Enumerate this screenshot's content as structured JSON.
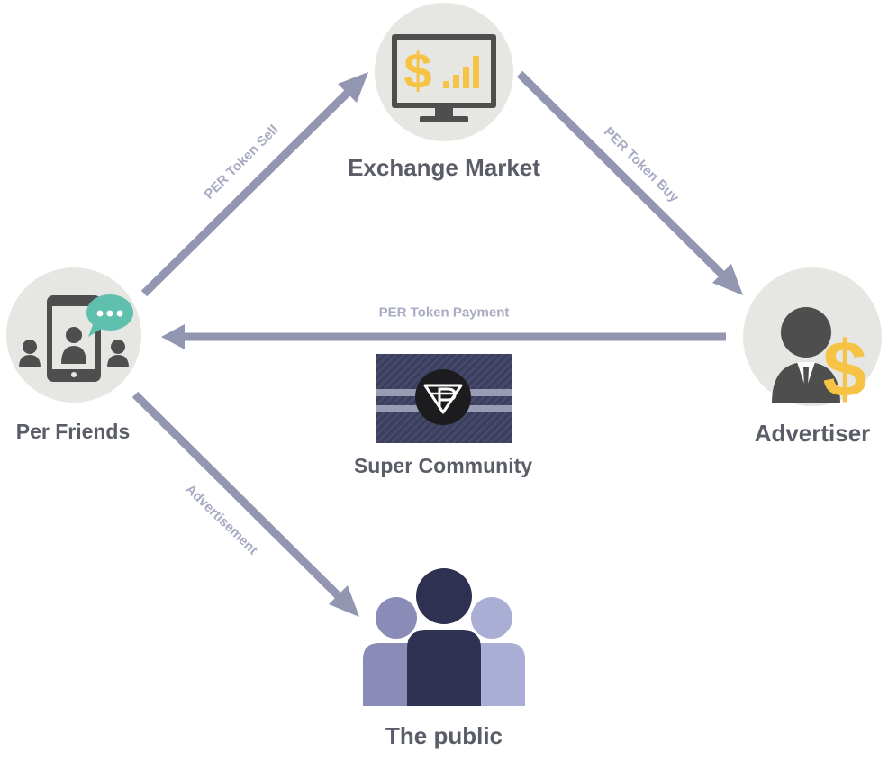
{
  "nodes": {
    "exchange_market": "Exchange Market",
    "per_friends": "Per Friends",
    "advertiser": "Advertiser",
    "super_community": "Super Community",
    "the_public": "The public"
  },
  "edges": {
    "token_sell": "PER Token Sell",
    "token_buy": "PER Token Buy",
    "token_payment": "PER Token Payment",
    "advertisement": "Advertisement"
  },
  "icons": {
    "exchange_market": "monitor-dollar-chart-icon",
    "per_friends": "tablet-chat-people-icon",
    "advertiser": "businessman-dollar-icon",
    "super_community": "diamond-p-logo",
    "the_public": "people-group-icon"
  },
  "colors": {
    "arrow": "#9396b0",
    "circle_bg": "#e6e6e2",
    "dark_gray": "#4e4e4e",
    "gold": "#f6c344",
    "teal": "#5fc1ad",
    "navy": "#2f3152",
    "purple": "#8a8bb6",
    "lavender": "#abaed4",
    "label_text": "#5a5d68",
    "edge_text": "#a8abc4"
  }
}
